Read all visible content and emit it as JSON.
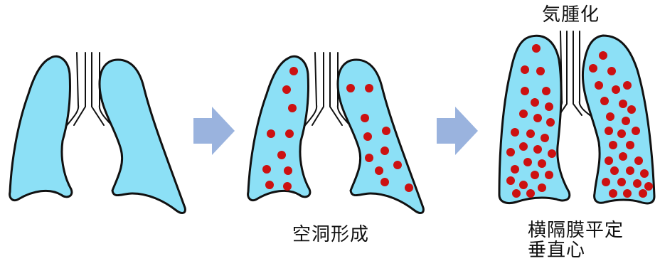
{
  "labels": {
    "emphysema": "気腫化",
    "cavity_formation": "空洞形成",
    "flat_diaphragm": "横隔膜平定",
    "vertical_heart": "垂直心"
  },
  "colors": {
    "lung_fill": "#8ce0f6",
    "outline": "#111111",
    "lesion": "#cc1111",
    "arrow": "#9ab3de"
  },
  "stages": [
    {
      "name": "normal-lungs",
      "lesions": "none"
    },
    {
      "name": "cavity-lungs",
      "lesions": "sparse"
    },
    {
      "name": "emphysema-lungs",
      "lesions": "dense"
    }
  ],
  "icons": [
    "right-arrow-icon",
    "right-arrow-icon"
  ]
}
